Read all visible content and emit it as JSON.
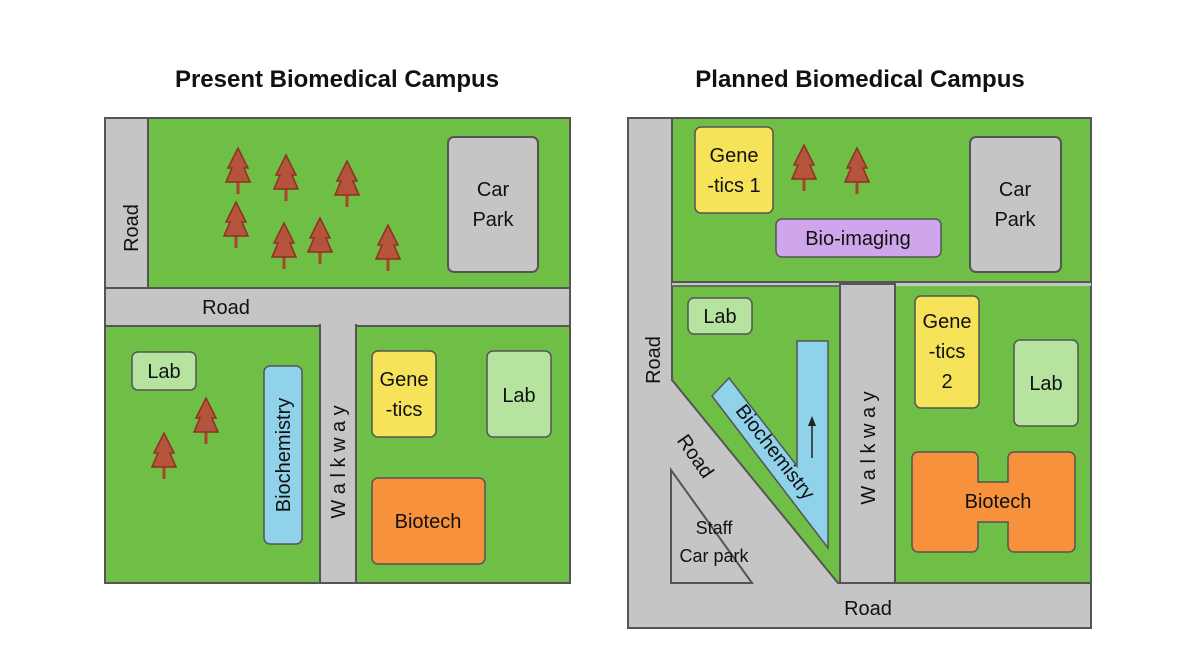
{
  "present": {
    "title": "Present Biomedical Campus",
    "road_left": "Road",
    "road_middle": "Road",
    "walkway": "W a l k w a y",
    "car_park": [
      "Car",
      "Park"
    ],
    "lab_left": "Lab",
    "lab_right": "Lab",
    "biochemistry": "Biochemistry",
    "genetics": [
      "Gene",
      "-tics"
    ],
    "biotech": "Biotech"
  },
  "planned": {
    "title": "Planned Biomedical Campus",
    "road_left": "Road",
    "road_diagonal": "Road",
    "road_bottom": "Road",
    "walkway": "W a l k w a y",
    "car_park": [
      "Car",
      "Park"
    ],
    "genetics1": [
      "Gene",
      "-tics 1"
    ],
    "bioimaging": "Bio-imaging",
    "lab_left": "Lab",
    "lab_right": "Lab",
    "biochemistry": "Biochemistry",
    "genetics2": [
      "Gene",
      "-tics",
      "2"
    ],
    "staff_car_park": [
      "Staff",
      "Car park"
    ],
    "biotech": "Biotech"
  },
  "colors": {
    "grass": "#6fbe45",
    "road": "#c5c5c5",
    "tree": "#b5533d",
    "yellow": "#f7e35a",
    "lab": "#b6e3a0",
    "blue": "#8fd2ea",
    "purple": "#cfa6ec",
    "orange": "#f7913b"
  }
}
